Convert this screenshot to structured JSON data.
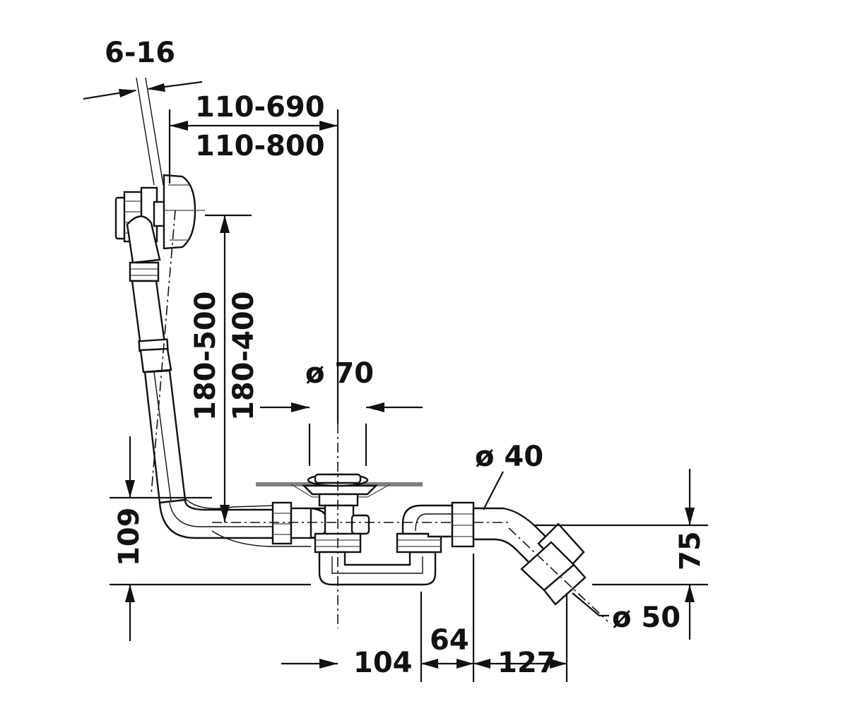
{
  "dimensions": {
    "wall_thickness": "6-16",
    "overflow_offset_a": "110-690",
    "overflow_offset_b": "110-800",
    "overflow_height_a": "180-500",
    "overflow_height_b": "180-400",
    "drain_diameter": "ø 70",
    "trap_diameter": "ø 40",
    "outlet_diameter": "ø 50",
    "drain_height": "109",
    "outlet_height": "75",
    "spacing_104": "104",
    "spacing_64": "64",
    "spacing_127": "127"
  },
  "colors": {
    "line": "#111111",
    "plate": "#808080",
    "background": "#ffffff"
  }
}
